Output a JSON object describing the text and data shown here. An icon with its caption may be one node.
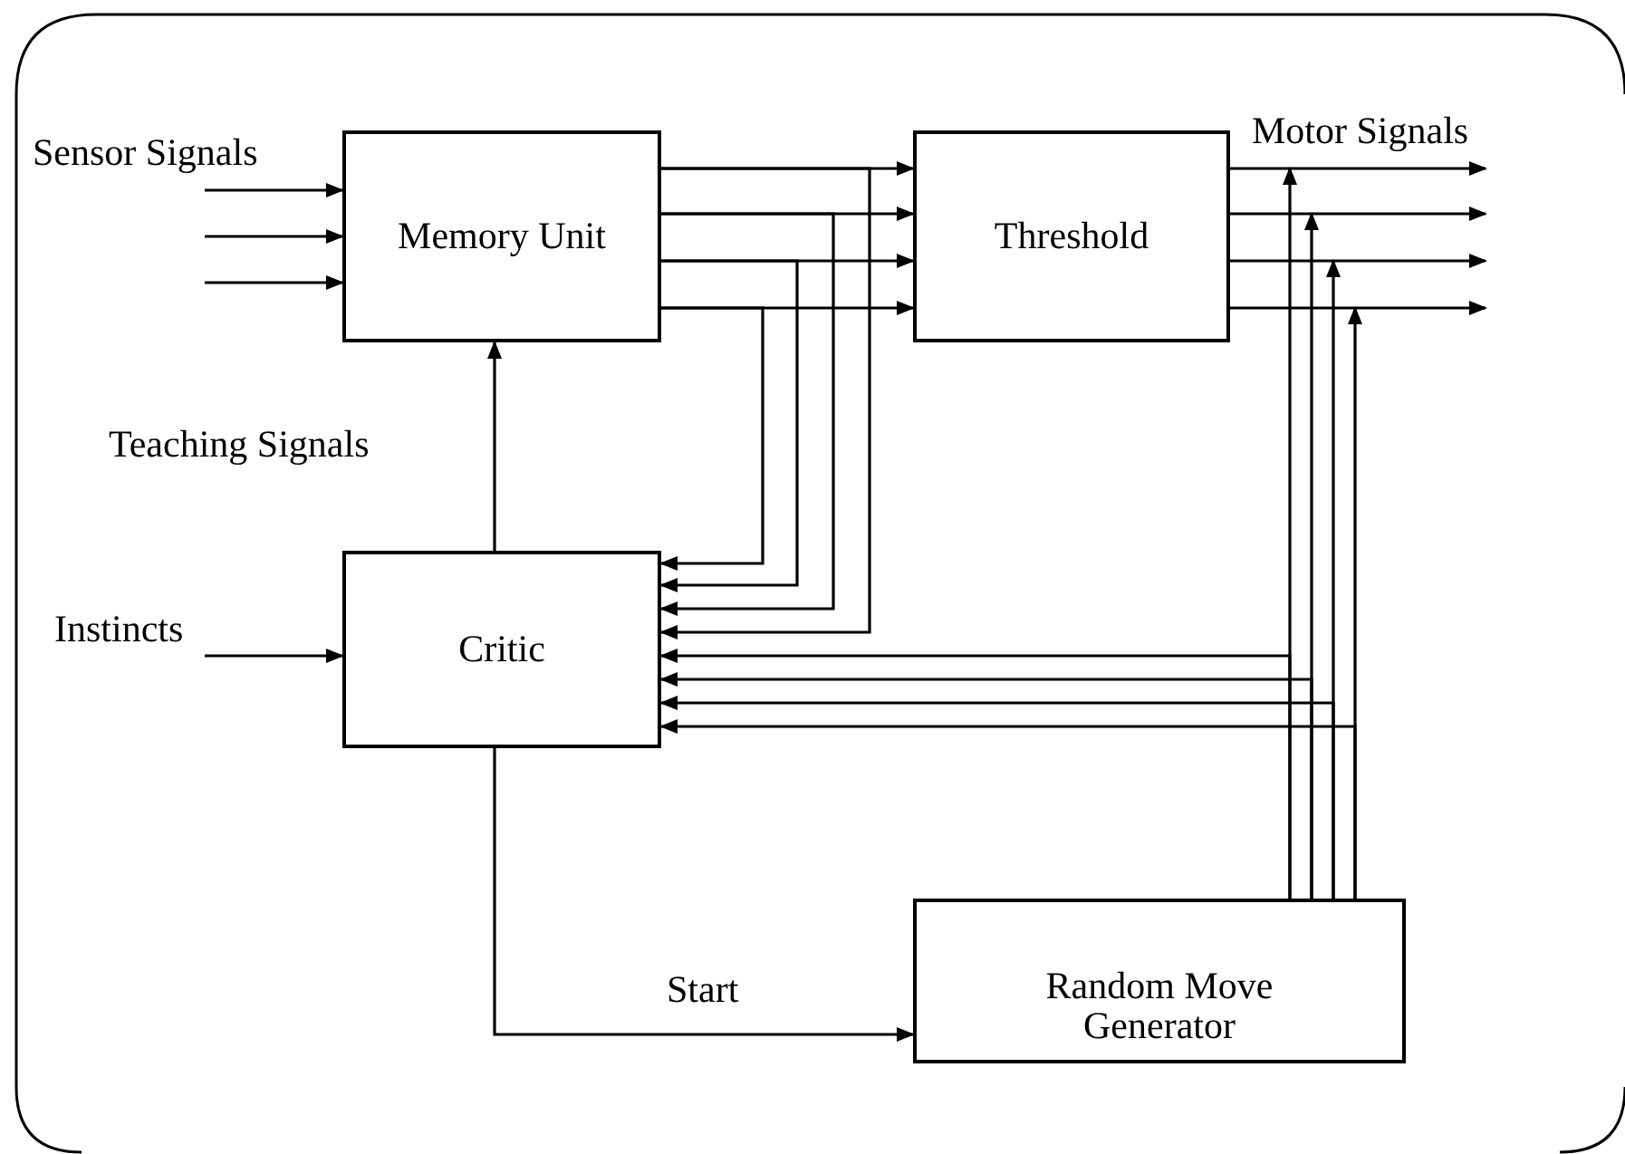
{
  "diagram": {
    "nodes": [
      {
        "text": [
          "Memory Unit"
        ]
      },
      {
        "text": [
          "Threshold"
        ]
      },
      {
        "text": [
          "Critic"
        ]
      },
      {
        "text": [
          "Random Move Generator"
        ]
      }
    ],
    "edges": [
      {
        "from": null,
        "to": 0,
        "arrow": "to",
        "label": "Sensor Signals"
      },
      {
        "from": null,
        "to": 0,
        "arrow": "to"
      },
      {
        "from": null,
        "to": 0,
        "arrow": "to"
      },
      {
        "from": 2,
        "to": 0,
        "arrow": "to",
        "label": "Teaching Signals"
      },
      {
        "from": null,
        "to": 2,
        "arrow": "to",
        "label": "Instincts"
      },
      {
        "from": 0,
        "to": 1,
        "arrow": "to"
      },
      {
        "from": 0,
        "to": 1,
        "arrow": "to"
      },
      {
        "from": 0,
        "to": 1,
        "arrow": "to"
      },
      {
        "from": 0,
        "to": 1,
        "arrow": "to"
      },
      {
        "from": 0,
        "to": 2,
        "arrow": "to"
      },
      {
        "from": 0,
        "to": 2,
        "arrow": "to"
      },
      {
        "from": 0,
        "to": 2,
        "arrow": "to"
      },
      {
        "from": 0,
        "to": 2,
        "arrow": "to"
      },
      {
        "from": 1,
        "to": null,
        "arrow": "to",
        "label": "Motor Signals"
      },
      {
        "from": 1,
        "to": null,
        "arrow": "to"
      },
      {
        "from": 1,
        "to": null,
        "arrow": "to"
      },
      {
        "from": 1,
        "to": null,
        "arrow": "to"
      },
      {
        "from": 3,
        "to": null,
        "arrow": "to"
      },
      {
        "from": 3,
        "to": null,
        "arrow": "to"
      },
      {
        "from": 3,
        "to": null,
        "arrow": "to"
      },
      {
        "from": 3,
        "to": null,
        "arrow": "to"
      },
      {
        "from": 3,
        "to": 2,
        "arrow": "to"
      },
      {
        "from": 3,
        "to": 2,
        "arrow": "to"
      },
      {
        "from": 3,
        "to": 2,
        "arrow": "to"
      },
      {
        "from": 3,
        "to": 2,
        "arrow": "to"
      },
      {
        "from": 2,
        "to": 3,
        "arrow": "to",
        "label": "Start"
      }
    ]
  }
}
